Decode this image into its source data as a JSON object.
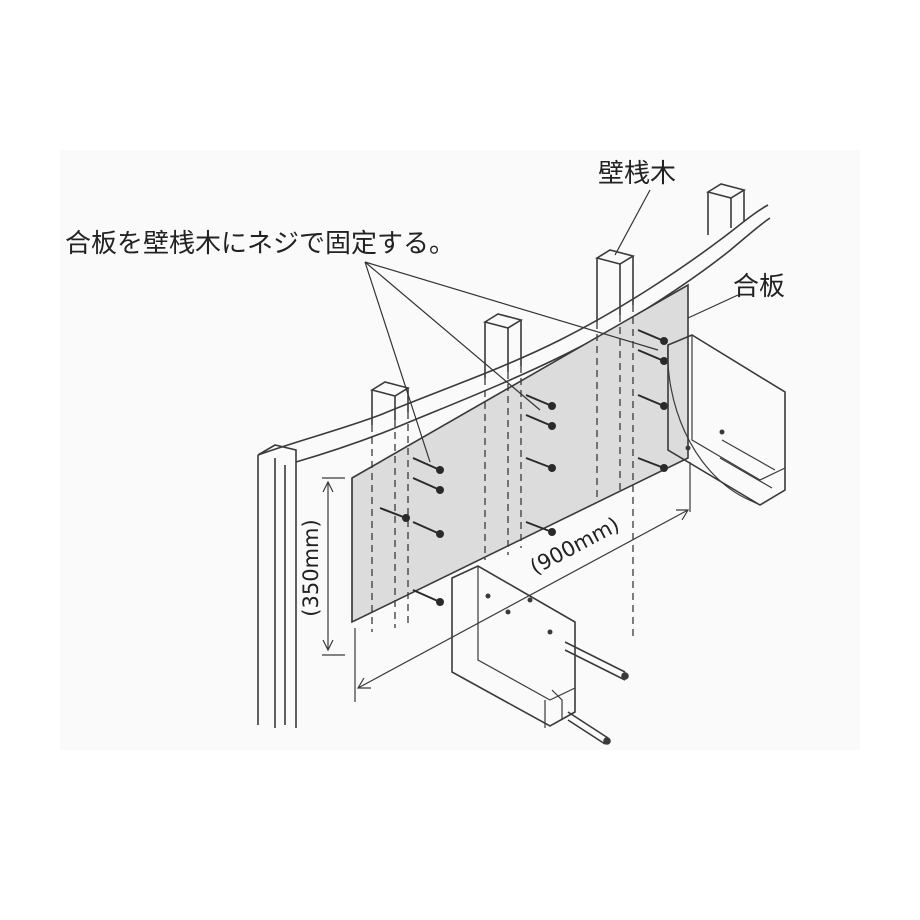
{
  "labels": {
    "instruction": "合板を壁桟木にネジで固定する。",
    "stud": "壁桟木",
    "plywood": "合板",
    "height_dim": "(350mm)",
    "width_dim": "(900mm)"
  },
  "colors": {
    "line": "#3a3a3a",
    "plywood_fill": "#dcdcdc",
    "background": "#ffffff"
  }
}
